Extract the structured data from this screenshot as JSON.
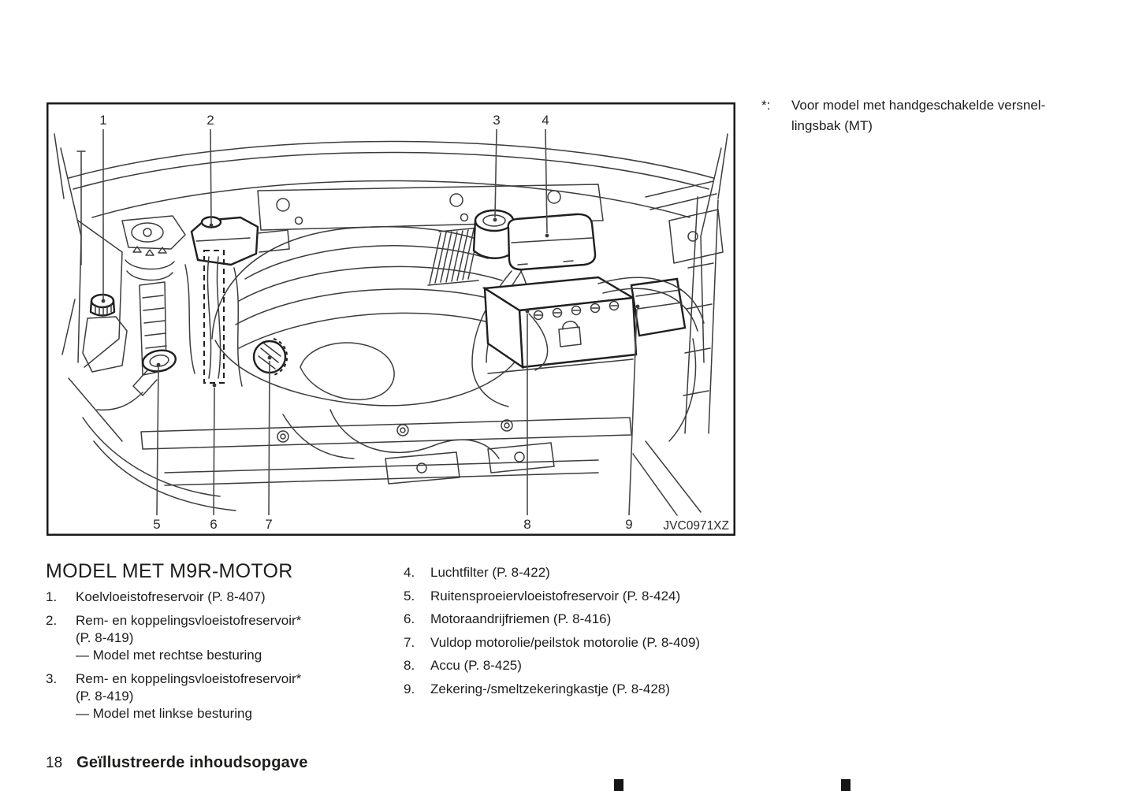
{
  "footnote": {
    "marker": "*:",
    "line1": "Voor model met handgeschakelde versnel-",
    "line2": "lingsbak (MT)"
  },
  "figure": {
    "code": "JVC0971XZ",
    "callouts": [
      "1",
      "2",
      "3",
      "4",
      "5",
      "6",
      "7",
      "8",
      "9"
    ]
  },
  "section": {
    "title": "MODEL MET M9R-MOTOR",
    "items_left": [
      {
        "num": "1.",
        "lines": [
          "Koelvloeistofreservoir (P. 8-407)"
        ]
      },
      {
        "num": "2.",
        "lines": [
          "Rem- en koppelingsvloeistofreservoir*",
          "(P. 8-419)",
          "— Model met rechtse besturing"
        ]
      },
      {
        "num": "3.",
        "lines": [
          "Rem- en koppelingsvloeistofreservoir*",
          "(P. 8-419)",
          "— Model met linkse besturing"
        ]
      }
    ],
    "items_right": [
      {
        "num": "4.",
        "lines": [
          "Luchtfilter (P. 8-422)"
        ]
      },
      {
        "num": "5.",
        "lines": [
          "Ruitensproeiervloeistofreservoir (P. 8-424)"
        ]
      },
      {
        "num": "6.",
        "lines": [
          "Motoraandrijfriemen (P. 8-416)"
        ]
      },
      {
        "num": "7.",
        "lines": [
          "Vuldop motorolie/peilstok motorolie (P. 8-409)"
        ]
      },
      {
        "num": "8.",
        "lines": [
          "Accu (P. 8-425)"
        ]
      },
      {
        "num": "9.",
        "lines": [
          "Zekering-/smeltzekeringkastje (P. 8-428)"
        ]
      }
    ]
  },
  "footer": {
    "page_number": "18",
    "title": "Geïllustreerde inhoudsopgave"
  },
  "colors": {
    "ink": "#1d1d1b",
    "line_art": "#3c3c3c",
    "edge_mark": "#151515"
  }
}
